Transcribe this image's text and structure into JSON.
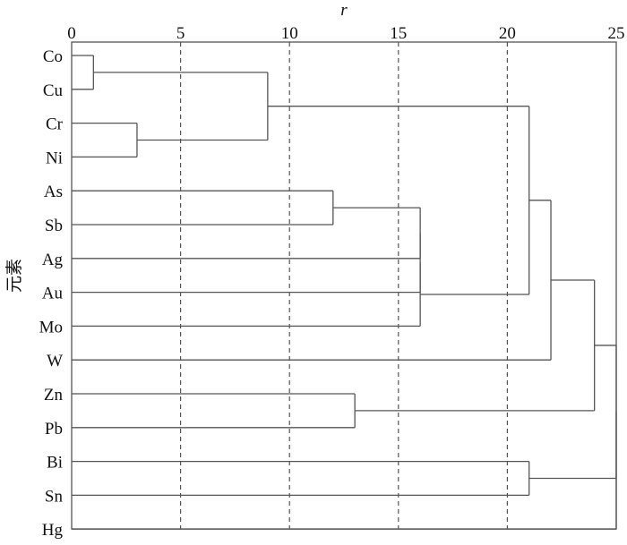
{
  "chart_data": {
    "type": "dendrogram",
    "xlabel": "r",
    "ylabel": "元素",
    "xlim": [
      0,
      25
    ],
    "x_ticks": [
      0,
      5,
      10,
      15,
      20,
      25
    ],
    "grid": "vertical dashed at 5, 10, 15, 20",
    "leaves": [
      "Co",
      "Cu",
      "Cr",
      "Ni",
      "As",
      "Sb",
      "Ag",
      "Au",
      "Mo",
      "W",
      "Zn",
      "Pb",
      "Bi",
      "Sn",
      "Hg"
    ],
    "merges": [
      {
        "left": "Co",
        "right": "Cu",
        "height": 1
      },
      {
        "left": "Cr",
        "right": "Ni",
        "height": 3
      },
      {
        "left": "Co+Cu",
        "right": "Cr+Ni",
        "height": 9
      },
      {
        "left": "As",
        "right": "Sb",
        "height": 12
      },
      {
        "left": "Zn",
        "right": "Pb",
        "height": 13
      },
      {
        "left": "As+Sb",
        "right": "Ag",
        "height": 16
      },
      {
        "left": "As+Sb+Ag",
        "right": "Au",
        "height": 16
      },
      {
        "left": "As+Sb+Ag+Au",
        "right": "Mo",
        "height": 16
      },
      {
        "left": "Bi",
        "right": "Sn",
        "height": 21
      },
      {
        "left": "Co+Cu+Cr+Ni",
        "right": "As+Sb+Ag+Au+Mo",
        "height": 21
      },
      {
        "left": "Co+Cu+Cr+Ni+As+Sb+Ag+Au+Mo",
        "right": "W",
        "height": 22
      },
      {
        "left": "Co+Cu+Cr+Ni+As+Sb+Ag+Au+Mo+W",
        "right": "Zn+Pb",
        "height": 24
      },
      {
        "left": "Co+Cu+Cr+Ni+As+Sb+Ag+Au+Mo+W+Zn+Pb",
        "right": "Bi+Sn",
        "height": 25
      },
      {
        "left": "Co+Cu+Cr+Ni+As+Sb+Ag+Au+Mo+W+Zn+Pb+Bi+Sn",
        "right": "Hg",
        "height": 25
      }
    ]
  }
}
